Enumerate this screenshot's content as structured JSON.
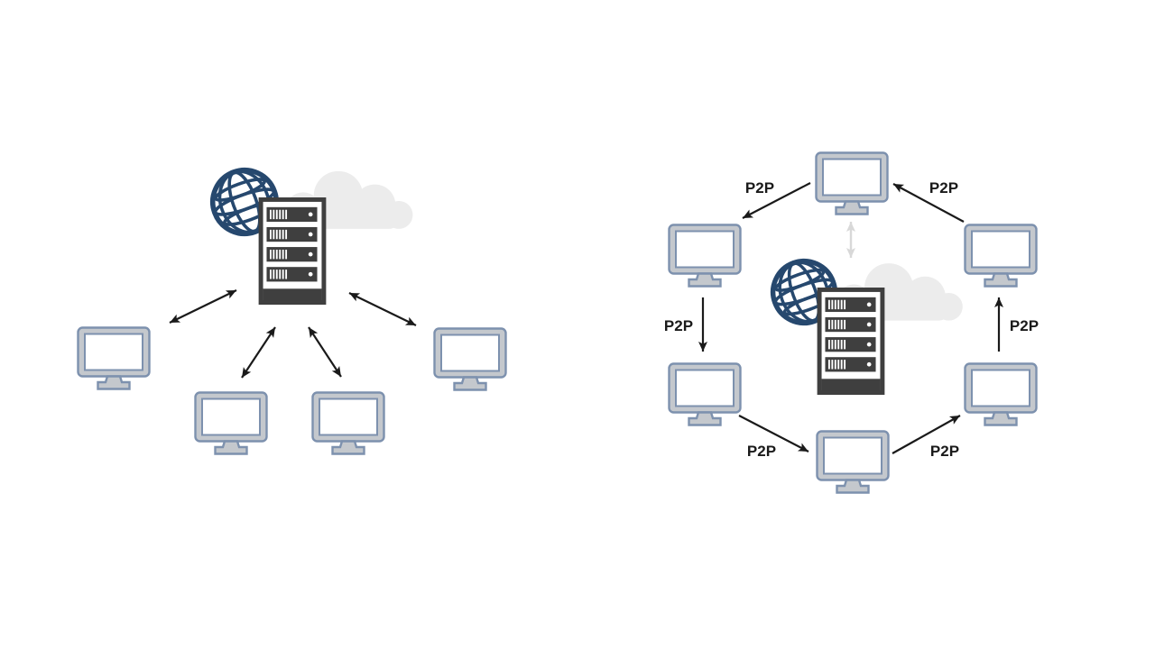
{
  "colors": {
    "background": "#ffffff",
    "globe": "#26486e",
    "server": "#3f3f3f",
    "cloud": "#ececec",
    "monitor_body": "#c4c8cd",
    "monitor_border": "#7d91ae",
    "arrow": "#1a1a1a",
    "faded_arrow": "#d8d8d8",
    "label": "#1a1a1a"
  },
  "left_diagram": {
    "name": "client-server-network",
    "icons": [
      "globe-icon",
      "cloud-icon",
      "server-rack-icon",
      "monitor-icon"
    ],
    "client_count": 4,
    "connections": [
      {
        "from": "server",
        "to": "client-1",
        "style": "double-headed-arrow"
      },
      {
        "from": "server",
        "to": "client-2",
        "style": "double-headed-arrow"
      },
      {
        "from": "server",
        "to": "client-3",
        "style": "double-headed-arrow"
      },
      {
        "from": "server",
        "to": "client-4",
        "style": "double-headed-arrow"
      }
    ]
  },
  "right_diagram": {
    "name": "peer-to-peer-network",
    "icons": [
      "globe-icon",
      "cloud-icon",
      "server-rack-icon",
      "monitor-icon"
    ],
    "peer_count": 6,
    "labels": [
      "P2P",
      "P2P",
      "P2P",
      "P2P",
      "P2P",
      "P2P"
    ],
    "connections": [
      {
        "from": "peer-top",
        "to": "peer-top-left",
        "style": "arrow",
        "label": "P2P"
      },
      {
        "from": "peer-top-right",
        "to": "peer-top",
        "style": "arrow",
        "label": "P2P"
      },
      {
        "from": "peer-top-left",
        "to": "peer-bottom-left",
        "style": "arrow",
        "label": "P2P"
      },
      {
        "from": "peer-bottom-right",
        "to": "peer-top-right",
        "style": "arrow",
        "label": "P2P"
      },
      {
        "from": "peer-bottom-left",
        "to": "peer-bottom-center",
        "style": "arrow",
        "label": "P2P"
      },
      {
        "from": "peer-bottom-center",
        "to": "peer-bottom-right",
        "style": "arrow",
        "label": "P2P"
      },
      {
        "from": "peer-top",
        "to": "central-server",
        "style": "faded-double-headed-arrow"
      }
    ]
  }
}
